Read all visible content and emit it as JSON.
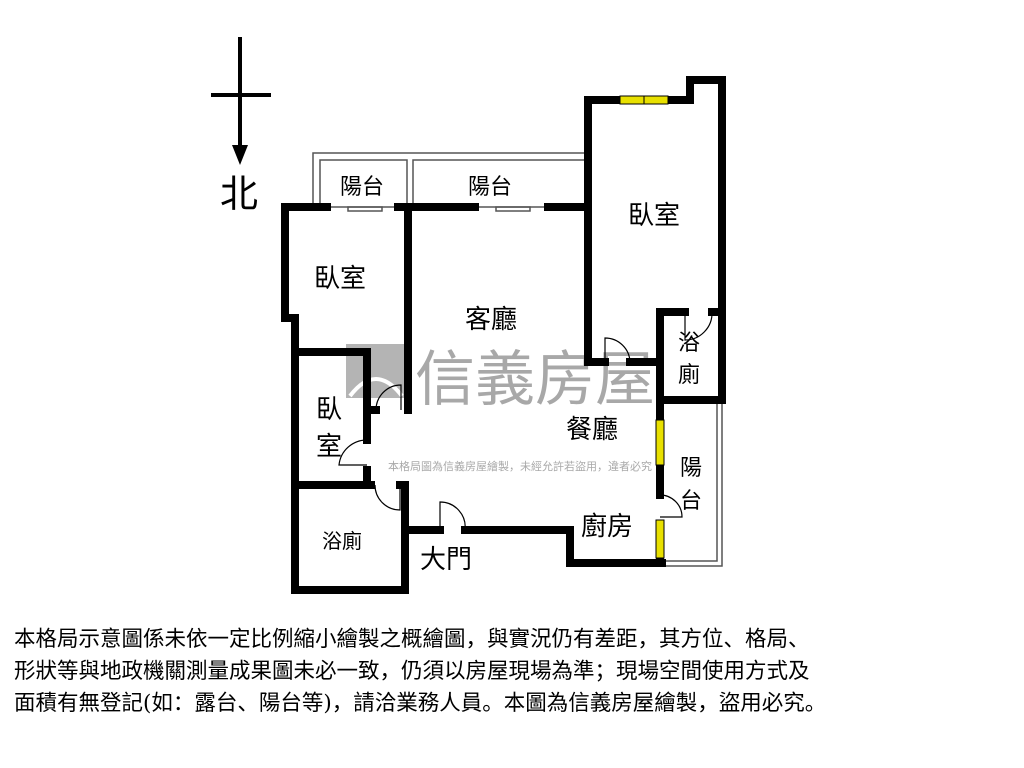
{
  "compass": {
    "label": "北",
    "direction": "north-down"
  },
  "rooms": {
    "balcony_left": "陽台",
    "balcony_top": "陽台",
    "bedroom_left": "臥室",
    "bedroom_right": "臥室",
    "living_room": "客廳",
    "bathroom_right_1": "浴",
    "bathroom_right_2": "廁",
    "bedroom_small_1": "臥",
    "bedroom_small_2": "室",
    "dining_room": "餐廳",
    "balcony_right_1": "陽",
    "balcony_right_2": "台",
    "bathroom_left": "浴廁",
    "kitchen": "廚房",
    "entrance": "大門"
  },
  "watermark": {
    "brand": "信義房屋",
    "notice": "本格局圖為信義房屋繪製，未經允許若盜用，違者必究"
  },
  "colors": {
    "wall": "#000000",
    "window": "#e8e000",
    "watermark": "#9a9a9a"
  },
  "disclaimer": [
    "本格局示意圖係未依一定比例縮小繪製之概繪圖，與實況仍有差距，其方位、格局、",
    "形狀等與地政機關測量成果圖未必一致，仍須以房屋現場為準；現場空間使用方式及",
    "面積有無登記(如：露台、陽台等)，請洽業務人員。本圖為信義房屋繪製，盜用必究。"
  ]
}
